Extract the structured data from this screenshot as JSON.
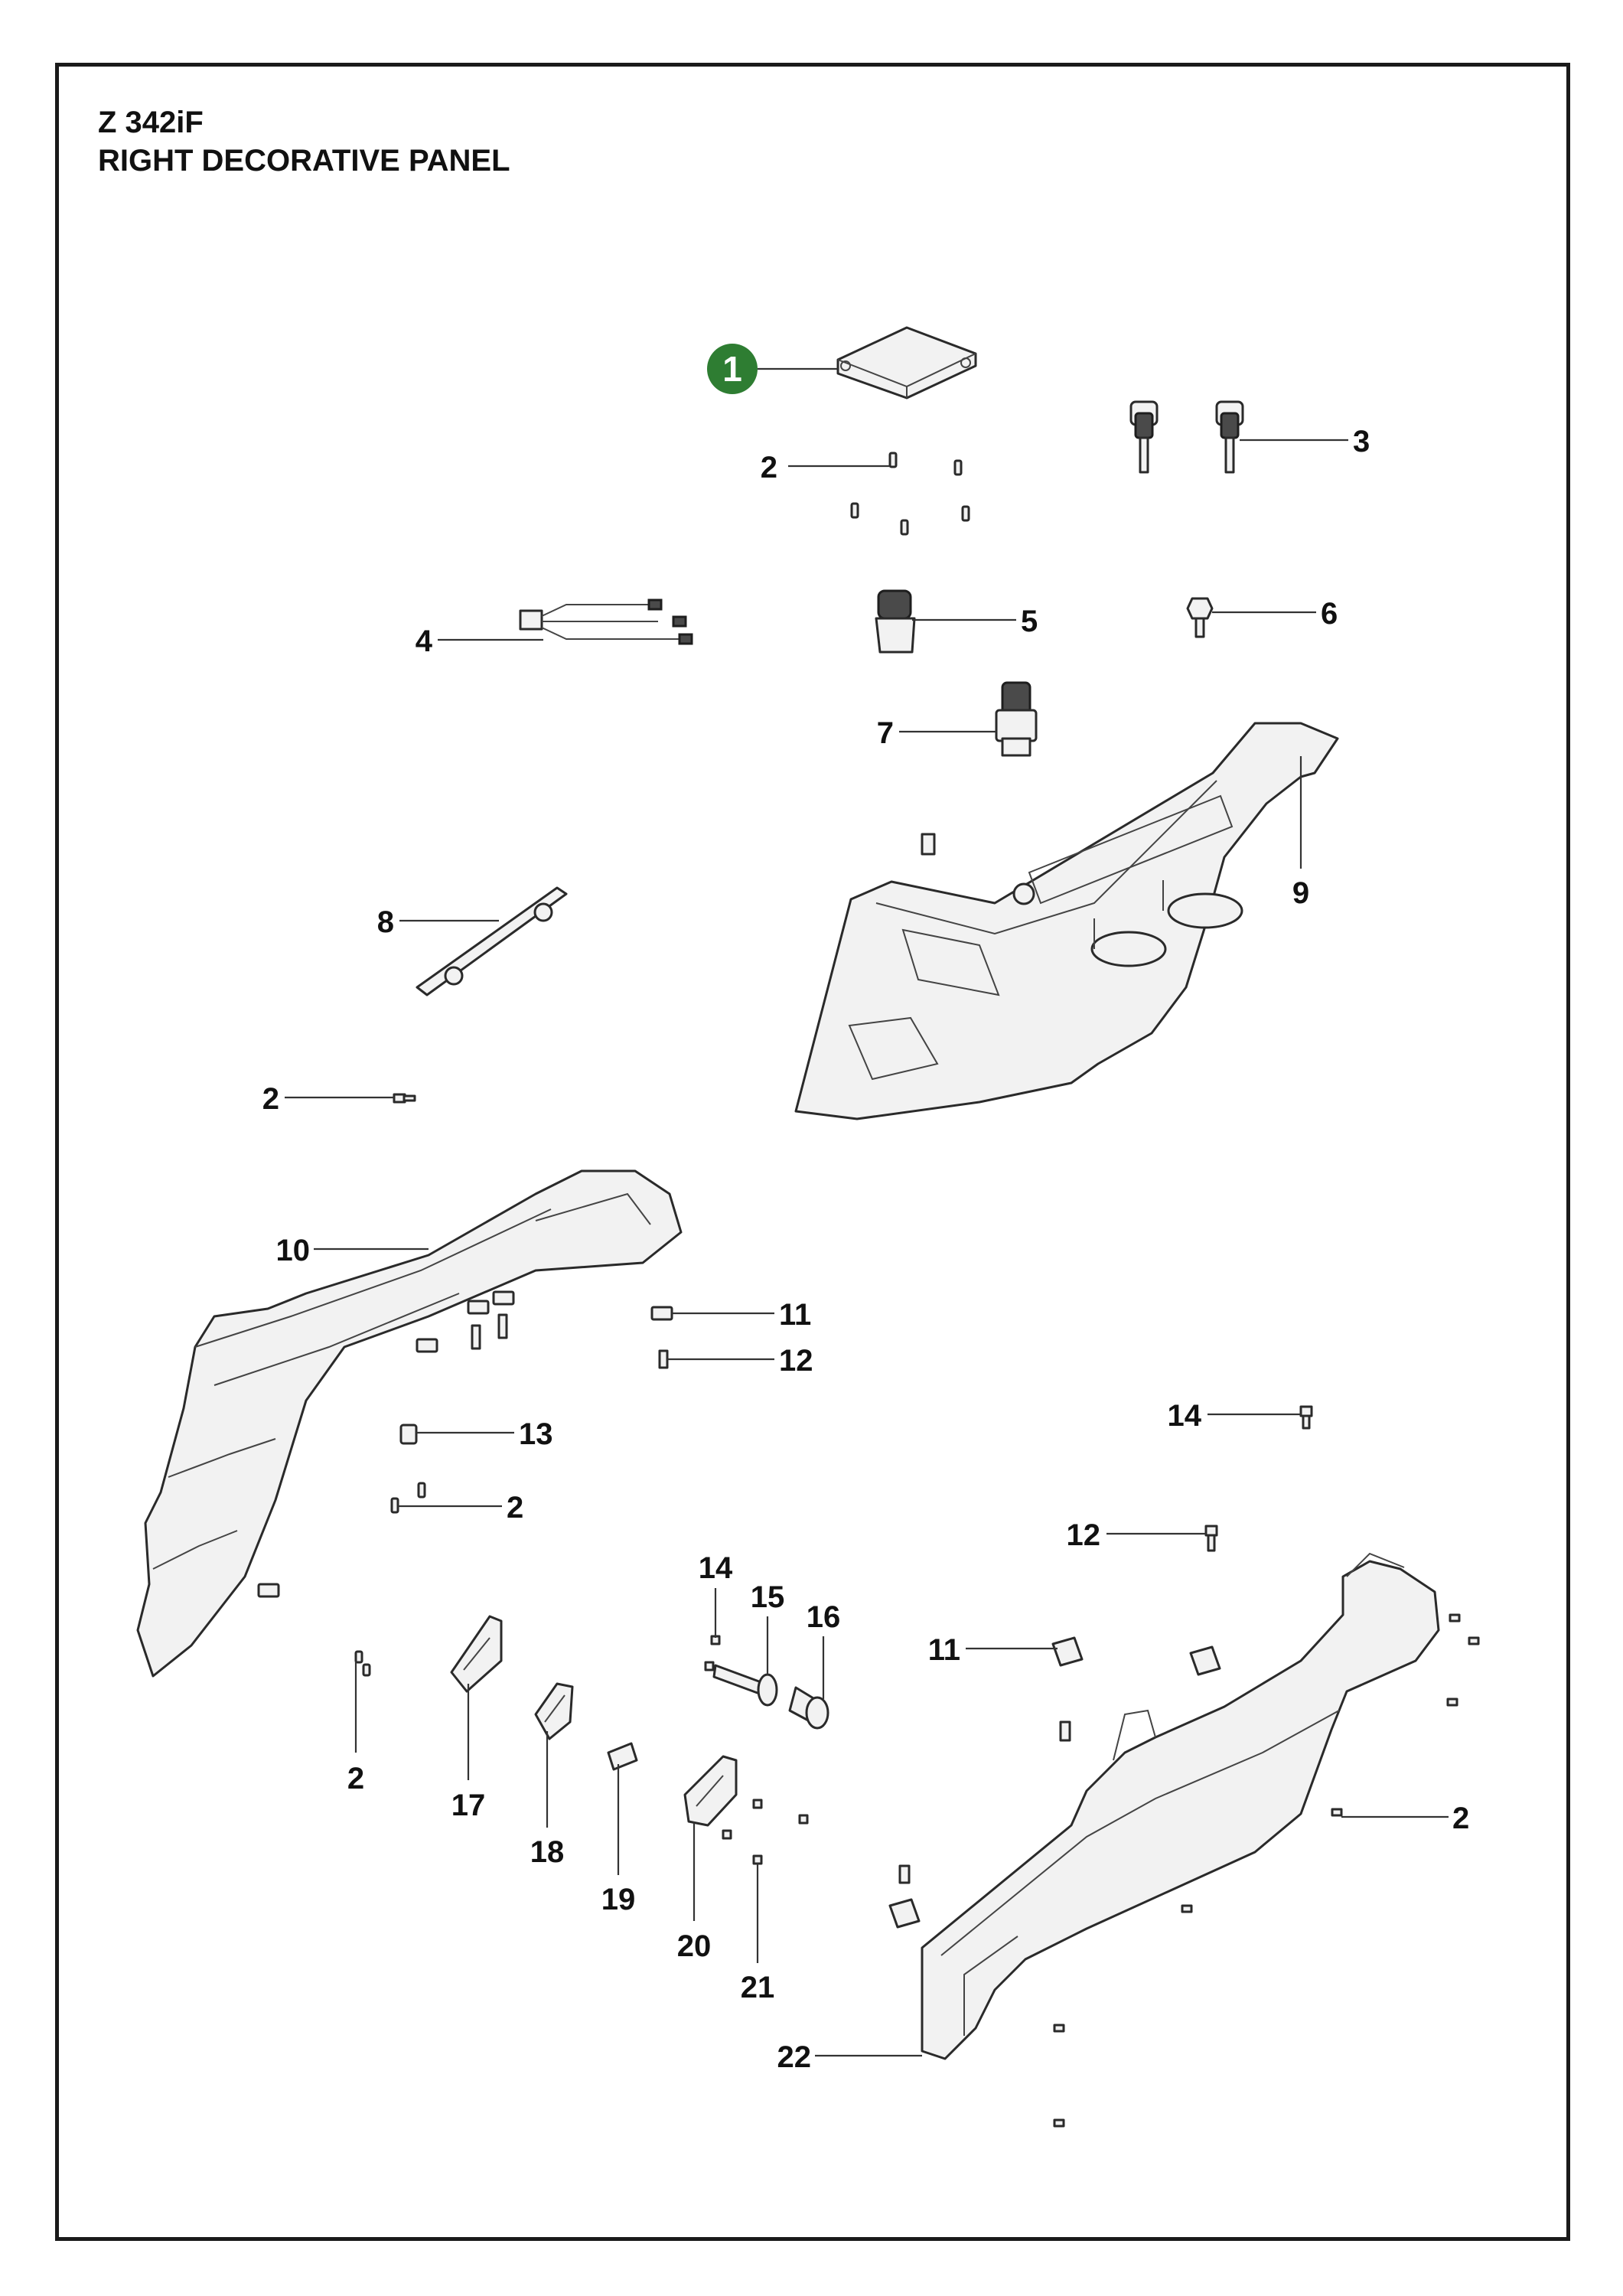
{
  "header": {
    "model": "Z 342iF",
    "section": "RIGHT DECORATIVE PANEL"
  },
  "colors": {
    "highlight_badge": "#2e7d32",
    "line": "#1a1a1a"
  },
  "callouts": {
    "c1": "1",
    "c2a": "2",
    "c3": "3",
    "c4": "4",
    "c5": "5",
    "c6": "6",
    "c7": "7",
    "c8": "8",
    "c9": "9",
    "c2b": "2",
    "c10": "10",
    "c11a": "11",
    "c12a": "12",
    "c13": "13",
    "c2c": "2",
    "c14a": "14",
    "c12b": "12",
    "c14b": "14",
    "c15": "15",
    "c16": "16",
    "c11b": "11",
    "c2d": "2",
    "c17": "17",
    "c18": "18",
    "c19": "19",
    "c20": "20",
    "c21": "21",
    "c2e": "2",
    "c22": "22"
  }
}
